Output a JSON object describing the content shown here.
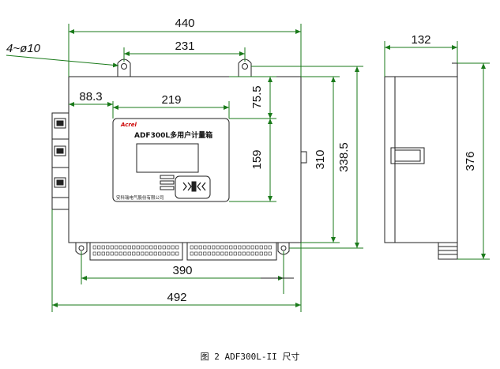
{
  "diagram": {
    "dimensions": {
      "overall_width": "440",
      "hole_spacing": "231",
      "hole_spec": "4~ø10",
      "display_offset": "88.3",
      "display_width": "219",
      "display_top_offset": "75.5",
      "display_height": "159",
      "body_height": "310",
      "hole_height": "338.5",
      "bottom_hole_spacing": "390",
      "total_width": "492",
      "depth": "132",
      "total_height": "376"
    },
    "panel": {
      "brand": "Acrel",
      "title": "ADF300L多用户计量箱",
      "footer": "安科瑞电气股份有限公司"
    },
    "colors": {
      "dimension_line": "#1a7a1a",
      "outline": "#222222"
    }
  },
  "caption": "图 2 ADF300L-II 尺寸"
}
